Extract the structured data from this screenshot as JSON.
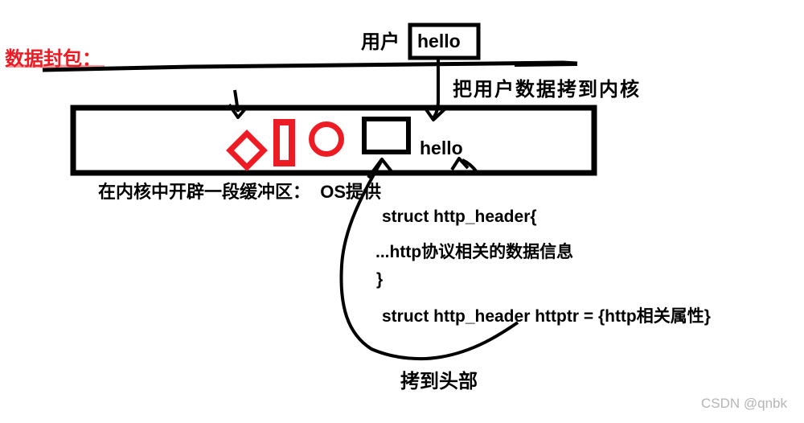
{
  "title": {
    "text": "数据封包："
  },
  "user": {
    "label": "用户",
    "box_text": "hello"
  },
  "kernel": {
    "caption": "在内核中开辟一段缓冲区：  OS提供",
    "buffer_text": "hello",
    "shapes": [
      "diamond",
      "rectangle",
      "circle",
      "header-box"
    ]
  },
  "annotations": {
    "copy_to_kernel": "把用户数据拷到内核",
    "copy_to_header": "拷到头部"
  },
  "code": {
    "lines": [
      "struct http_header{",
      "...http协议相关的数据信息",
      "}",
      "struct http_header httptr = {http相关属性}"
    ]
  },
  "watermark": "CSDN @qnbk",
  "colors": {
    "accent_red": "#ed1c24",
    "ink": "#000000",
    "watermark_gray": "#b5b5b5"
  }
}
